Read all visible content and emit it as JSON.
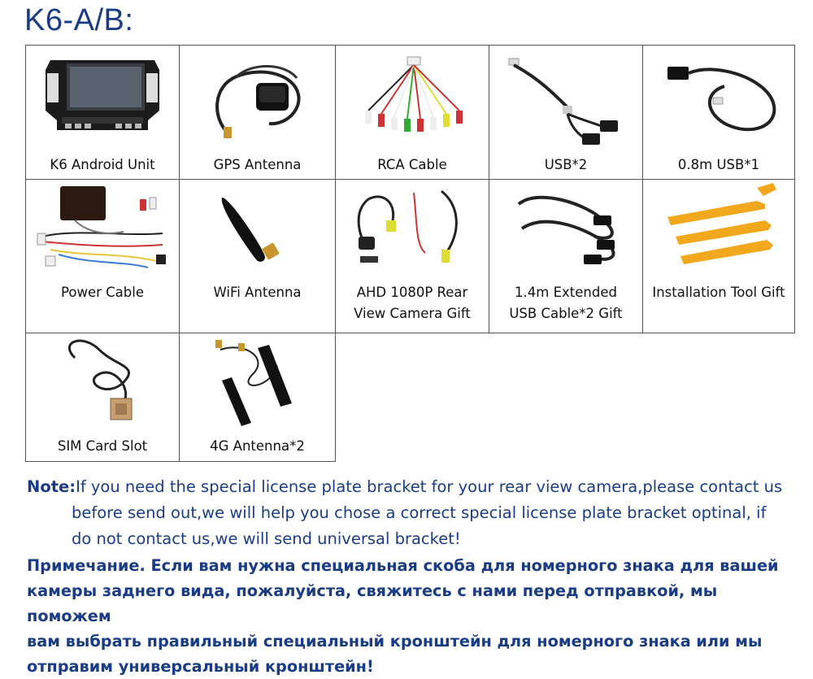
{
  "title": "K6-A/B:",
  "items": [
    {
      "caption": "K6 Android Unit"
    },
    {
      "caption": "GPS Antenna"
    },
    {
      "caption": "RCA Cable"
    },
    {
      "caption": "USB*2"
    },
    {
      "caption": "0.8m USB*1"
    },
    {
      "caption": "Power Cable"
    },
    {
      "caption": "WiFi Antenna"
    },
    {
      "caption_line1": "AHD 1080P Rear",
      "caption_line2": "View Camera Gift"
    },
    {
      "caption_line1": "1.4m Extended",
      "caption_line2": "USB Cable*2 Gift"
    },
    {
      "caption": "Installation Tool Gift"
    },
    {
      "caption": "SIM Card Slot"
    },
    {
      "caption": "4G Antenna*2"
    }
  ],
  "note": {
    "label": "Note:",
    "line1": "If you need the special license plate bracket for your rear view camera,please contact us",
    "line2": "before send out,we will help you chose a correct special license plate bracket optinal, if",
    "line3": "do not contact us,we will send universal bracket!"
  },
  "note_ru": {
    "line1": "Примечание. Если вам нужна специальная скоба для номерного знака для вашей",
    "line2": "камеры заднего вида, пожалуйста, свяжитесь с нами перед отправкой, мы поможем",
    "line3": "вам выбрать правильный специальный кронштейн для номерного знака или мы",
    "line4": "отправим универсальный кронштейн!"
  }
}
